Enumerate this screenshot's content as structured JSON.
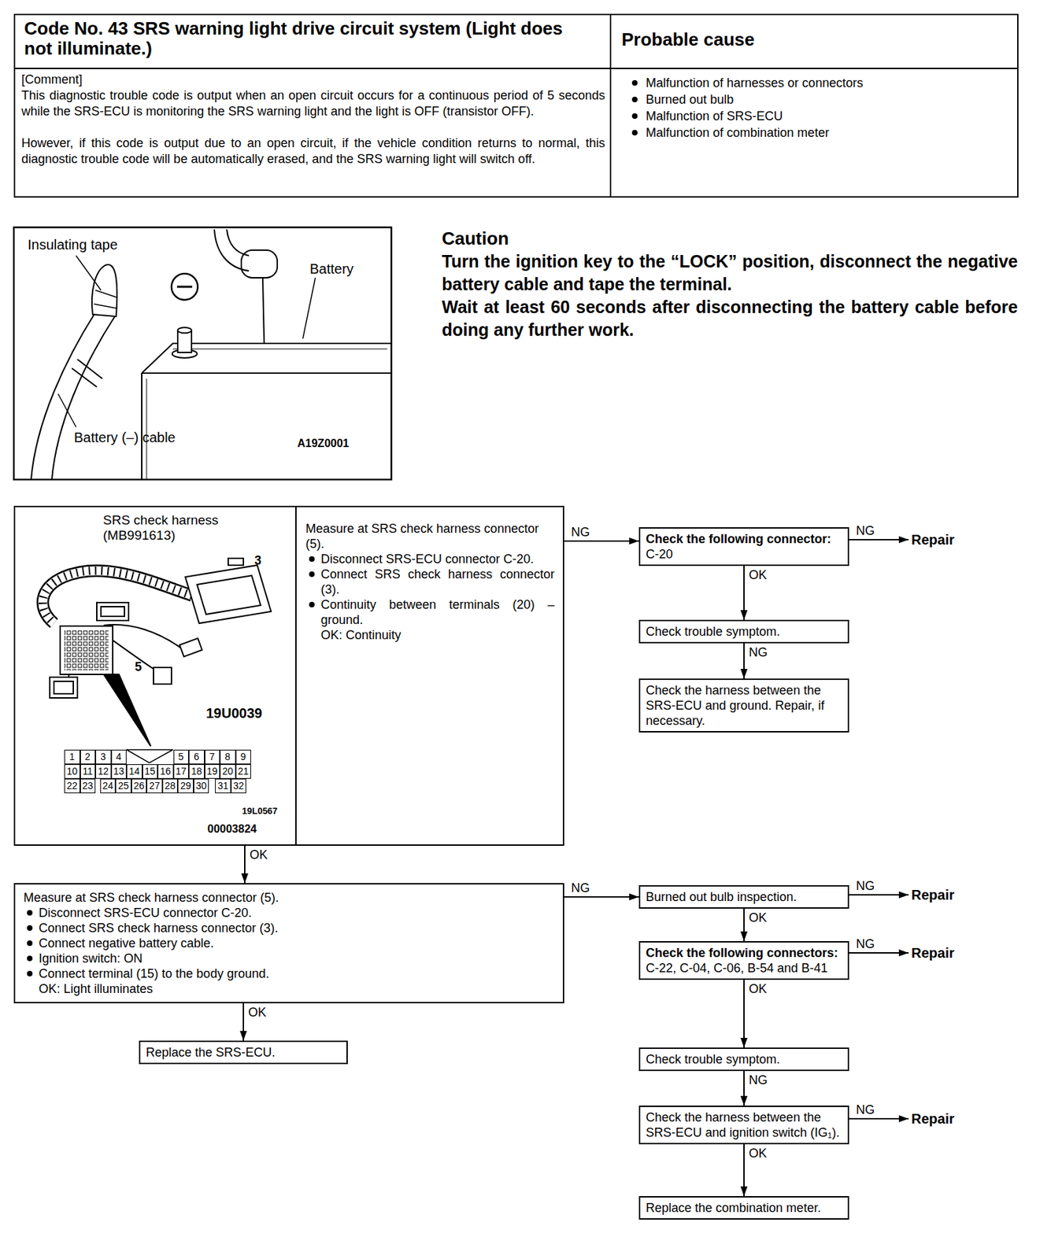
{
  "diagram": {
    "nodes": [
      {
        "text": [
          "Measure at SRS check harness connector (5).",
          "Disconnect SRS-ECU connector C-20.",
          "Connect SRS check harness connector (3).",
          "Continuity between terminals (20) – ground.",
          "OK: Continuity"
        ]
      },
      {
        "text": [
          "Check the following connector:",
          "C-20"
        ]
      },
      {
        "text": [
          "Repair"
        ]
      },
      {
        "text": [
          "Check trouble symptom."
        ]
      },
      {
        "text": [
          "Check the harness between the SRS-ECU and ground. Repair, if necessary."
        ]
      },
      {
        "text": [
          "Measure at SRS check harness connector (5).",
          "Disconnect SRS-ECU connector C-20.",
          "Connect SRS check harness connector (3).",
          "Connect negative battery cable.",
          "Ignition switch: ON",
          "Connect terminal (15) to the body ground.",
          "OK: Light illuminates"
        ]
      },
      {
        "text": [
          "Burned out bulb inspection."
        ]
      },
      {
        "text": [
          "Repair"
        ]
      },
      {
        "text": [
          "Check the following connectors:",
          "C-22, C-04, C-06, B-54 and B-41"
        ]
      },
      {
        "text": [
          "Repair"
        ]
      },
      {
        "text": [
          "Check trouble symptom."
        ]
      },
      {
        "text": [
          "Check the harness between the SRS-ECU and ignition switch (IG₁)."
        ]
      },
      {
        "text": [
          "Repair"
        ]
      },
      {
        "text": [
          "Replace the SRS-ECU."
        ]
      },
      {
        "text": [
          "Replace the combination meter."
        ]
      }
    ],
    "edges": [
      {
        "from": 0,
        "to": 1,
        "arrow": "to",
        "label": "NG"
      },
      {
        "from": 1,
        "to": 2,
        "arrow": "to",
        "label": "NG"
      },
      {
        "from": 1,
        "to": 3,
        "arrow": "to",
        "label": "OK"
      },
      {
        "from": 3,
        "to": 4,
        "arrow": "to",
        "label": "NG"
      },
      {
        "from": 0,
        "to": 5,
        "arrow": "to",
        "label": "OK"
      },
      {
        "from": 5,
        "to": 6,
        "arrow": "to",
        "label": "NG"
      },
      {
        "from": 6,
        "to": 7,
        "arrow": "to",
        "label": "NG"
      },
      {
        "from": 6,
        "to": 8,
        "arrow": "to",
        "label": "OK"
      },
      {
        "from": 8,
        "to": 9,
        "arrow": "to",
        "label": "NG"
      },
      {
        "from": 8,
        "to": 10,
        "arrow": "to",
        "label": "OK"
      },
      {
        "from": 10,
        "to": 11,
        "arrow": "to",
        "label": "NG"
      },
      {
        "from": 11,
        "to": 12,
        "arrow": "to",
        "label": "NG"
      },
      {
        "from": 11,
        "to": 14,
        "arrow": "to",
        "label": "OK"
      },
      {
        "from": 5,
        "to": 13,
        "arrow": "to",
        "label": "OK"
      }
    ],
    "labels": [
      "Code No. 43 SRS warning light drive circuit system (Light does not illuminate.)",
      "Probable cause",
      "[Comment]",
      "This diagnostic trouble code is output when an open circuit occurs for a continuous period of 5 seconds while the SRS-ECU is monitoring the SRS warning light and the light is OFF (transistor OFF).",
      "However, if this code is output due to an open circuit, if the vehicle condition returns to normal, this diagnostic trouble code will be automatically erased, and the SRS warning light will switch off.",
      "Malfunction of harnesses or connectors",
      "Burned out bulb",
      "Malfunction of SRS-ECU",
      "Malfunction of combination meter",
      "Insulating tape",
      "Battery",
      "Battery (–) cable",
      "A19Z0001",
      "Caution",
      "Turn the ignition key to the “LOCK” position, disconnect the negative battery cable and tape the terminal.",
      "Wait at least 60 seconds after disconnecting the battery cable before doing any further work.",
      "SRS check harness (MB991613)",
      "3",
      "5",
      "19U0039",
      "1",
      "2",
      "3",
      "4",
      "5",
      "6",
      "7",
      "8",
      "9",
      "10",
      "11",
      "12",
      "13",
      "14",
      "15",
      "16",
      "17",
      "18",
      "19",
      "20",
      "21",
      "22",
      "23",
      "24",
      "25",
      "26",
      "27",
      "28",
      "29",
      "30",
      "31",
      "32",
      "19L0567",
      "00003824"
    ]
  }
}
